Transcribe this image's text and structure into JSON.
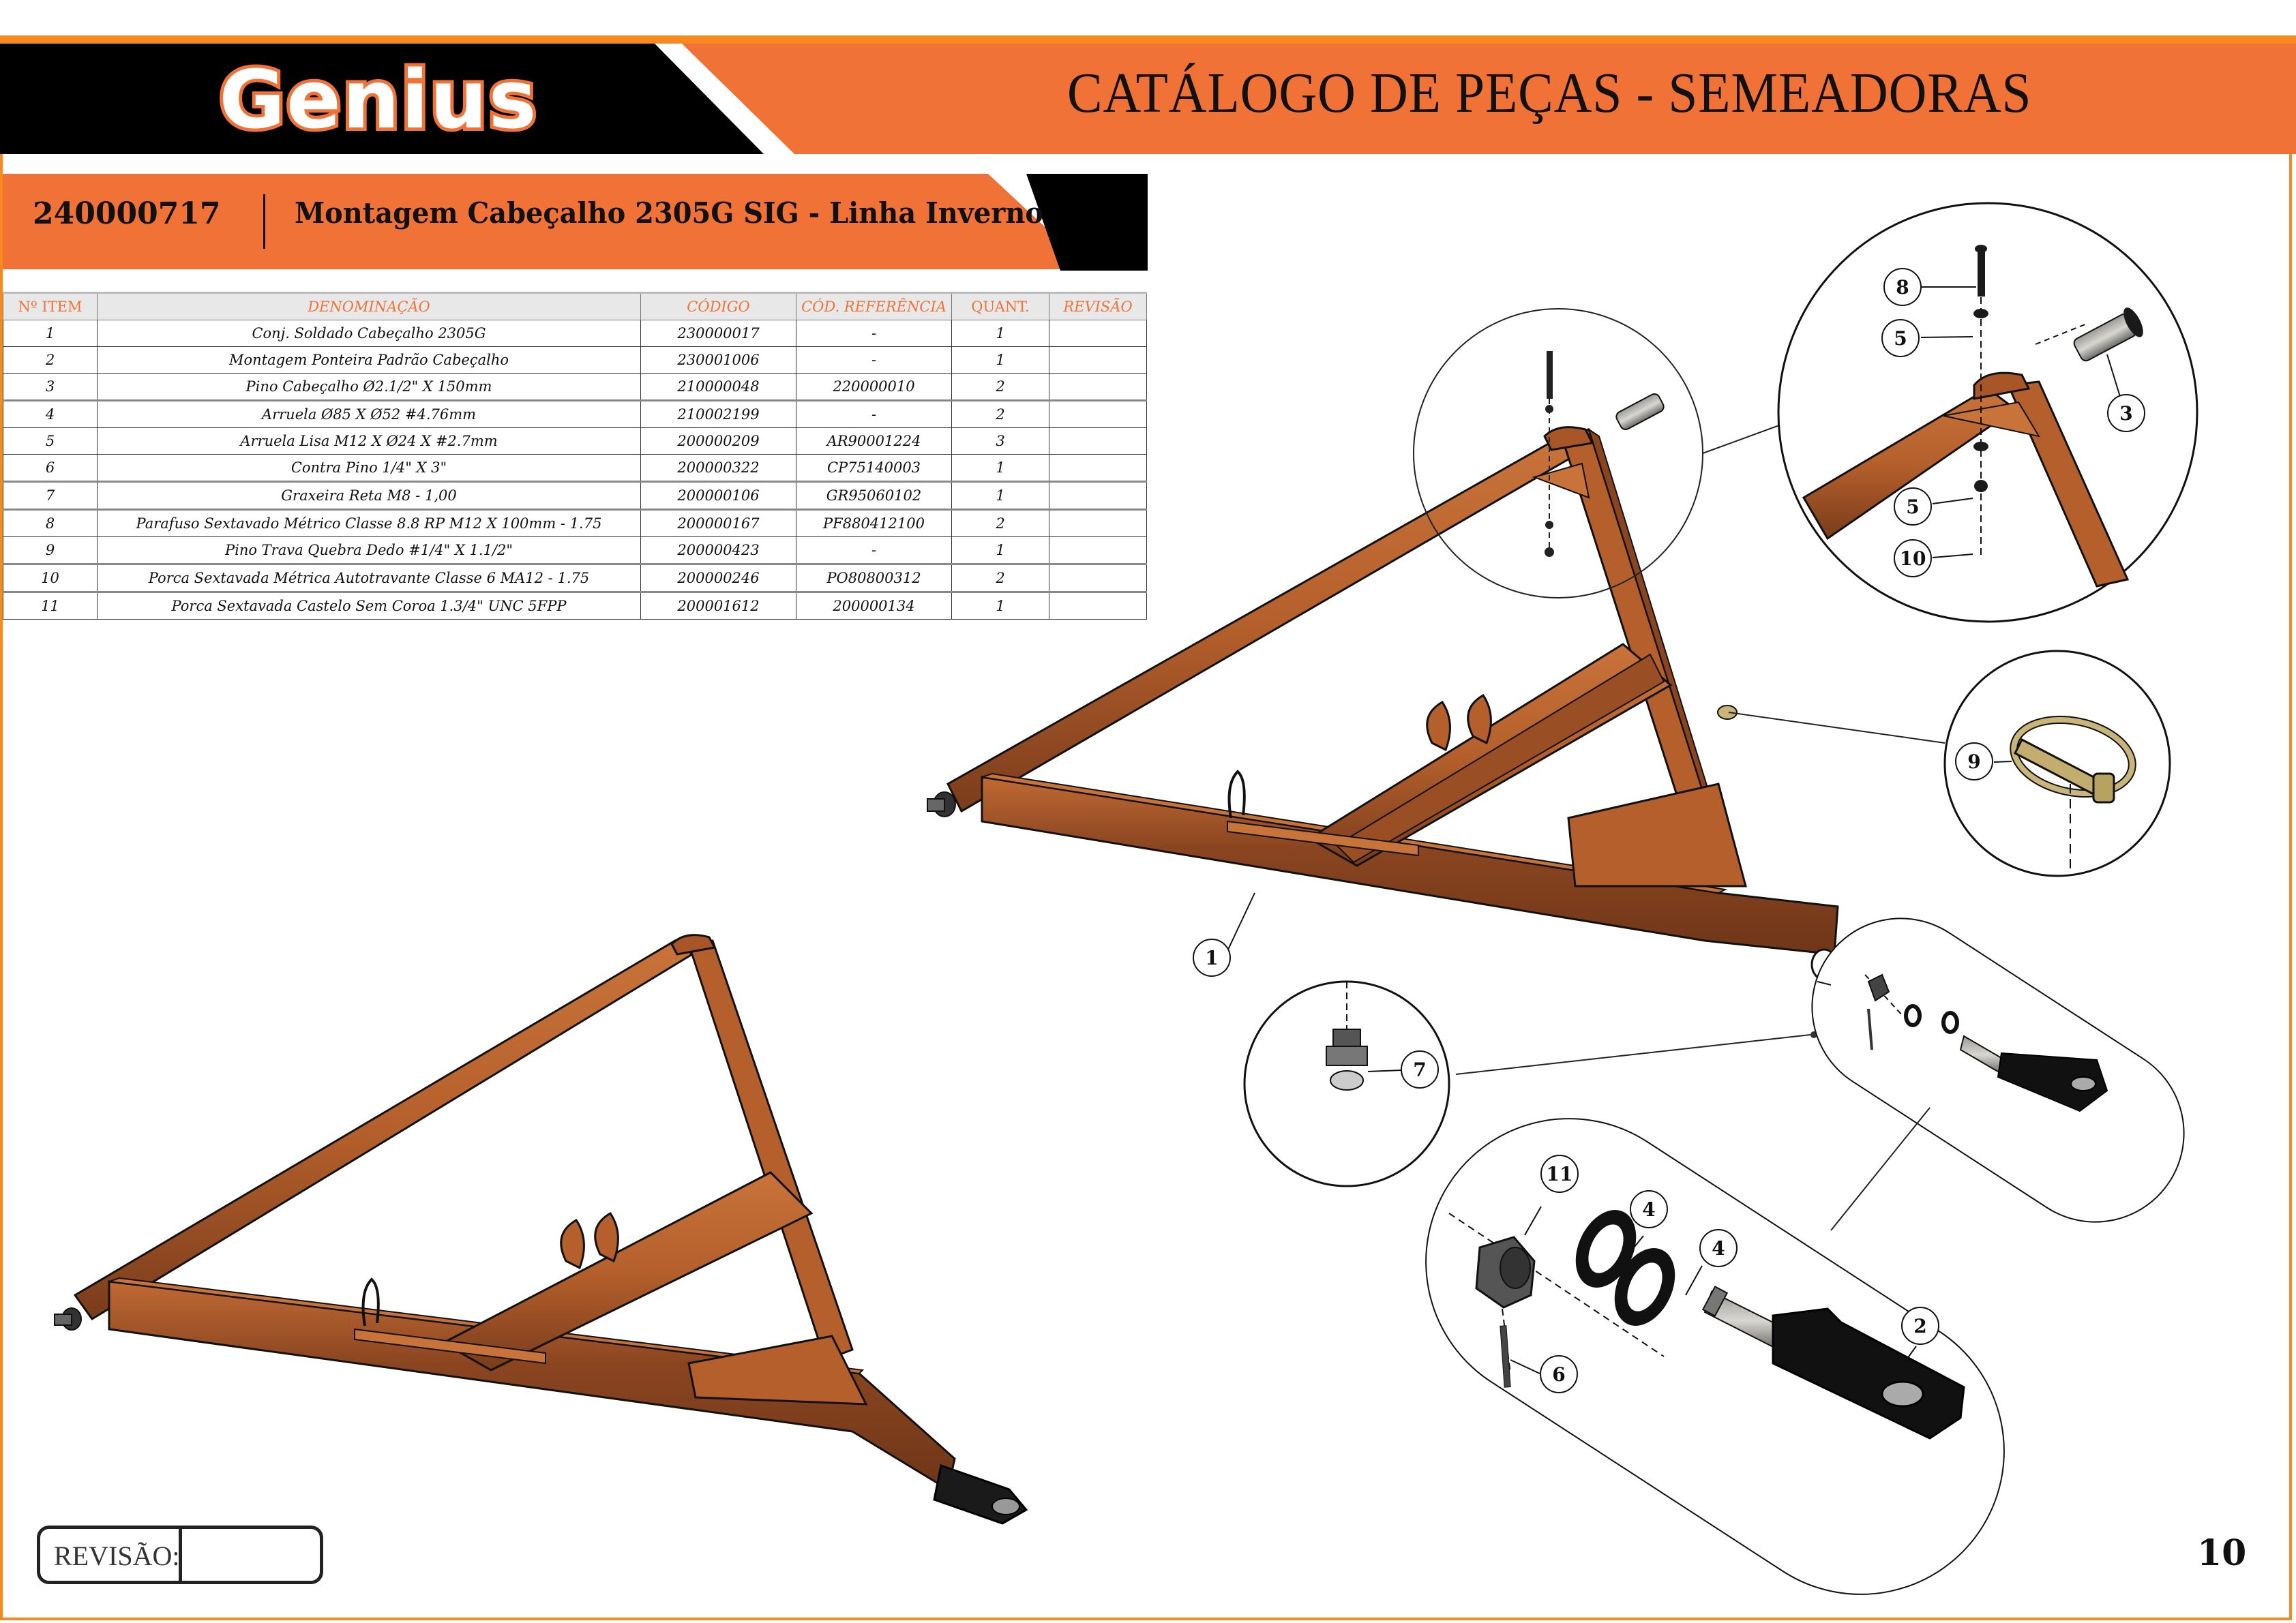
{
  "header": {
    "brand": "Genius",
    "catalog_title": "CATÁLOGO DE PEÇAS - SEMEADORAS",
    "colors": {
      "accent": "#f07236",
      "frame": "#f6891f",
      "black": "#000000",
      "part": "#b5602c"
    }
  },
  "assembly": {
    "code": "240000717",
    "name": "Montagem Cabeçalho 2305G SIG - Linha Inverno"
  },
  "parts_table": {
    "columns": [
      "Nº ITEM",
      "DENOMINAÇÃO",
      "CÓDIGO",
      "CÓD. REFERÊNCIA",
      "QUANT.",
      "REVISÃO"
    ],
    "rows": [
      {
        "item": "1",
        "name": "Conj. Soldado Cabeçalho 2305G",
        "code": "230000017",
        "ref": "-",
        "qty": "1",
        "rev": ""
      },
      {
        "item": "2",
        "name": "Montagem Ponteira Padrão Cabeçalho",
        "code": "230001006",
        "ref": "-",
        "qty": "1",
        "rev": ""
      },
      {
        "item": "3",
        "name": "Pino Cabeçalho Ø2.1/2\" X 150mm",
        "code": "210000048",
        "ref": "220000010",
        "qty": "2",
        "rev": ""
      },
      {
        "item": "4",
        "name": "Arruela Ø85 X Ø52 #4.76mm",
        "code": "210002199",
        "ref": "-",
        "qty": "2",
        "rev": ""
      },
      {
        "item": "5",
        "name": "Arruela Lisa M12 X Ø24 X #2.7mm",
        "code": "200000209",
        "ref": "AR90001224",
        "qty": "3",
        "rev": ""
      },
      {
        "item": "6",
        "name": "Contra Pino 1/4\" X 3\"",
        "code": "200000322",
        "ref": "CP75140003",
        "qty": "1",
        "rev": ""
      },
      {
        "item": "7",
        "name": "Graxeira Reta M8 - 1,00",
        "code": "200000106",
        "ref": "GR95060102",
        "qty": "1",
        "rev": ""
      },
      {
        "item": "8",
        "name": "Parafuso Sextavado Métrico Classe 8.8 RP M12 X 100mm - 1.75",
        "code": "200000167",
        "ref": "PF880412100",
        "qty": "2",
        "rev": ""
      },
      {
        "item": "9",
        "name": "Pino Trava Quebra Dedo #1/4\" X 1.1/2\"",
        "code": "200000423",
        "ref": "-",
        "qty": "1",
        "rev": ""
      },
      {
        "item": "10",
        "name": "Porca Sextavada Métrica Autotravante Classe 6 MA12 - 1.75",
        "code": "200000246",
        "ref": "PO80800312",
        "qty": "2",
        "rev": ""
      },
      {
        "item": "11",
        "name": "Porca Sextavada Castelo Sem Coroa 1.3/4\" UNC 5FPP",
        "code": "200001612",
        "ref": "200000134",
        "qty": "1",
        "rev": ""
      }
    ]
  },
  "callouts": {
    "main": [
      "1"
    ],
    "detail_top_right": [
      "8",
      "5",
      "3",
      "5",
      "10"
    ],
    "detail_lynch_pin": [
      "9"
    ],
    "detail_grease": [
      "7"
    ],
    "detail_hitch": [
      "11",
      "4",
      "4",
      "2",
      "6"
    ]
  },
  "footer": {
    "revision_label": "REVISÃO:",
    "revision_value": "",
    "page_number": "10"
  }
}
